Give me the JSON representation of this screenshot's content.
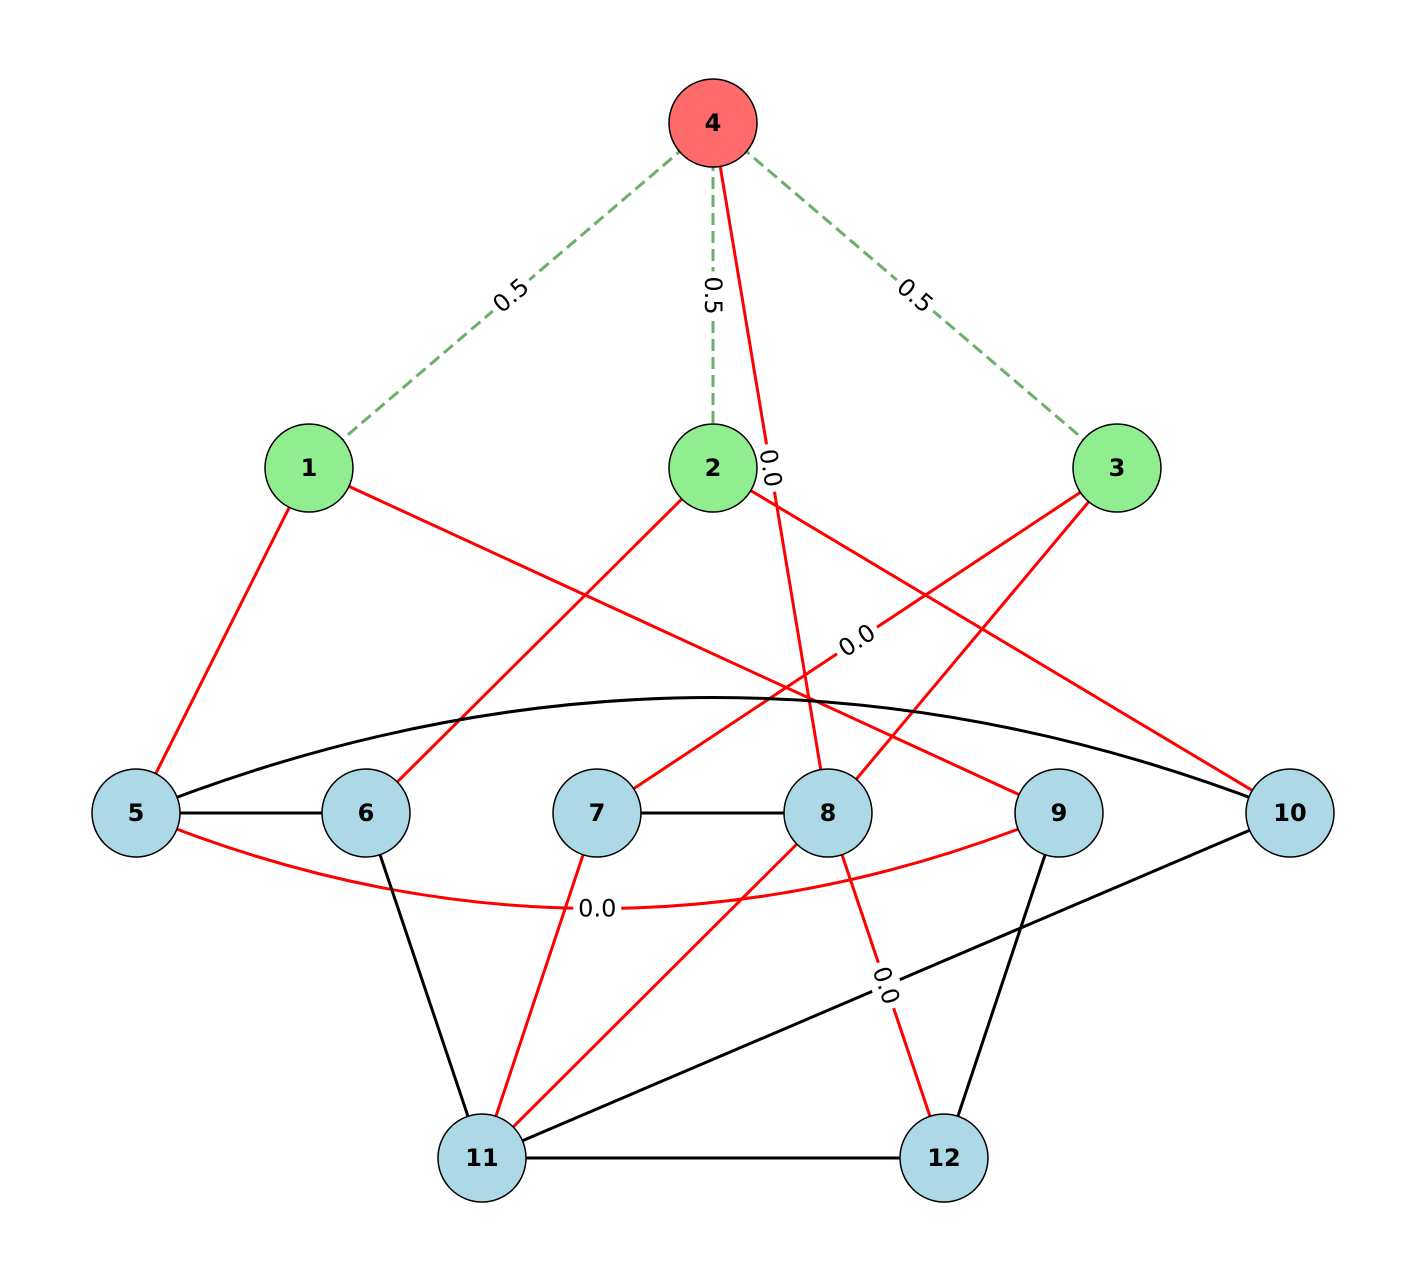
{
  "graph": {
    "colors": {
      "apex": "#ff6b6b",
      "upper": "#90ee90",
      "lower": "#add8e6",
      "edge_default": "#000000",
      "edge_red": "#ff0000",
      "edge_dashed": "#6aaf6a",
      "node_stroke": "#000000"
    },
    "nodes": [
      {
        "id": "4",
        "label": "4",
        "group": "apex"
      },
      {
        "id": "1",
        "label": "1",
        "group": "upper"
      },
      {
        "id": "2",
        "label": "2",
        "group": "upper"
      },
      {
        "id": "3",
        "label": "3",
        "group": "upper"
      },
      {
        "id": "5",
        "label": "5",
        "group": "lower"
      },
      {
        "id": "6",
        "label": "6",
        "group": "lower"
      },
      {
        "id": "7",
        "label": "7",
        "group": "lower"
      },
      {
        "id": "8",
        "label": "8",
        "group": "lower"
      },
      {
        "id": "9",
        "label": "9",
        "group": "lower"
      },
      {
        "id": "10",
        "label": "10",
        "group": "lower"
      },
      {
        "id": "11",
        "label": "11",
        "group": "lower"
      },
      {
        "id": "12",
        "label": "12",
        "group": "lower"
      }
    ],
    "edges": [
      {
        "source": "4",
        "target": "1",
        "style": "dashed",
        "label": "0.5"
      },
      {
        "source": "4",
        "target": "2",
        "style": "dashed",
        "label": "0.5"
      },
      {
        "source": "4",
        "target": "3",
        "style": "dashed",
        "label": "0.5"
      },
      {
        "source": "4",
        "target": "8",
        "style": "red",
        "label": "0.0"
      },
      {
        "source": "1",
        "target": "5",
        "style": "red",
        "label": ""
      },
      {
        "source": "1",
        "target": "9",
        "style": "red",
        "label": ""
      },
      {
        "source": "2",
        "target": "6",
        "style": "red",
        "label": ""
      },
      {
        "source": "2",
        "target": "10",
        "style": "red",
        "label": ""
      },
      {
        "source": "3",
        "target": "7",
        "style": "red",
        "label": "0.0"
      },
      {
        "source": "3",
        "target": "8",
        "style": "red",
        "label": ""
      },
      {
        "source": "5",
        "target": "6",
        "style": "black",
        "label": ""
      },
      {
        "source": "5",
        "target": "10",
        "style": "black",
        "label": ""
      },
      {
        "source": "5",
        "target": "9",
        "style": "red",
        "label": "0.0"
      },
      {
        "source": "6",
        "target": "11",
        "style": "black",
        "label": ""
      },
      {
        "source": "7",
        "target": "8",
        "style": "black",
        "label": ""
      },
      {
        "source": "7",
        "target": "11",
        "style": "red",
        "label": ""
      },
      {
        "source": "8",
        "target": "11",
        "style": "red",
        "label": ""
      },
      {
        "source": "8",
        "target": "12",
        "style": "red",
        "label": "0.0"
      },
      {
        "source": "9",
        "target": "12",
        "style": "black",
        "label": ""
      },
      {
        "source": "10",
        "target": "11",
        "style": "black",
        "label": ""
      },
      {
        "source": "11",
        "target": "12",
        "style": "black",
        "label": ""
      }
    ]
  }
}
